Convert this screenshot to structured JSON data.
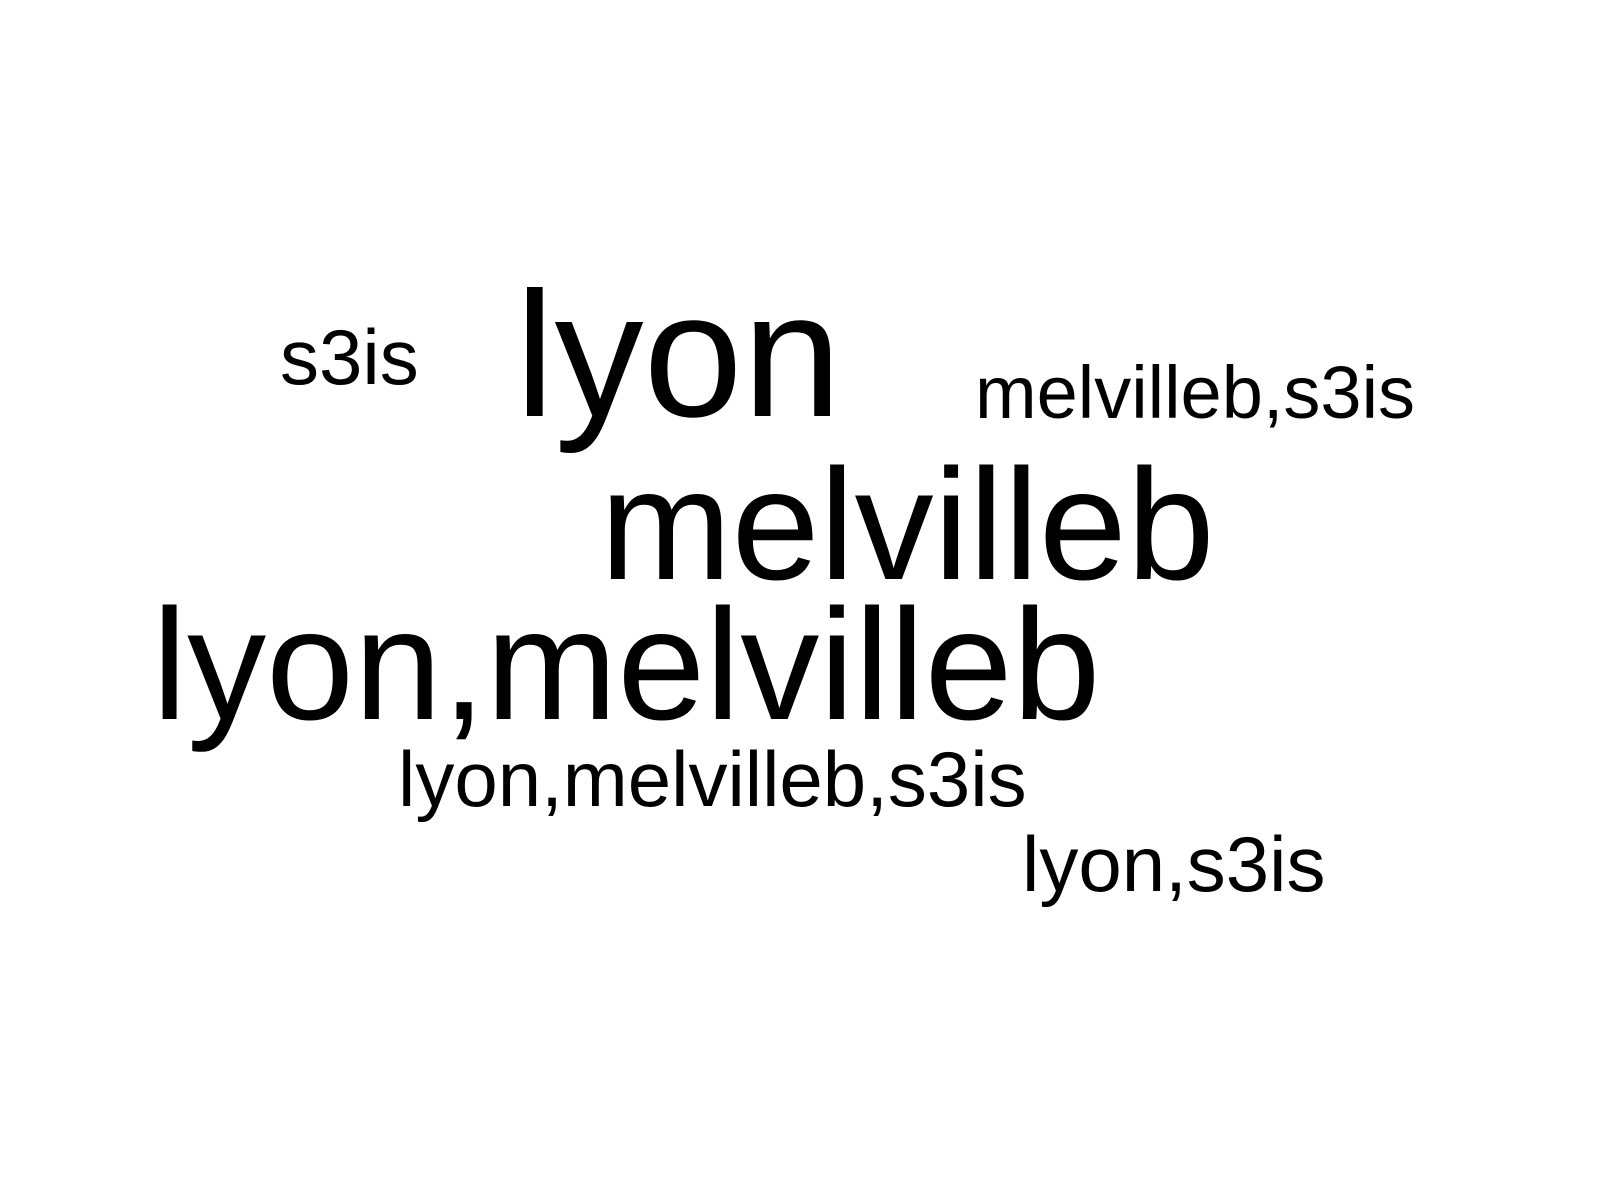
{
  "words": [
    {
      "text": "s3is",
      "weight_rank": 5
    },
    {
      "text": "lyon",
      "weight_rank": 1
    },
    {
      "text": "melvilleb,s3is",
      "weight_rank": 6
    },
    {
      "text": "melvilleb",
      "weight_rank": 2
    },
    {
      "text": "lyon,melvilleb",
      "weight_rank": 3
    },
    {
      "text": "lyon,melvilleb,s3is",
      "weight_rank": 4
    },
    {
      "text": "lyon,s3is",
      "weight_rank": 7
    }
  ],
  "colors": {
    "background": "#ffffff",
    "text": "#000000"
  }
}
